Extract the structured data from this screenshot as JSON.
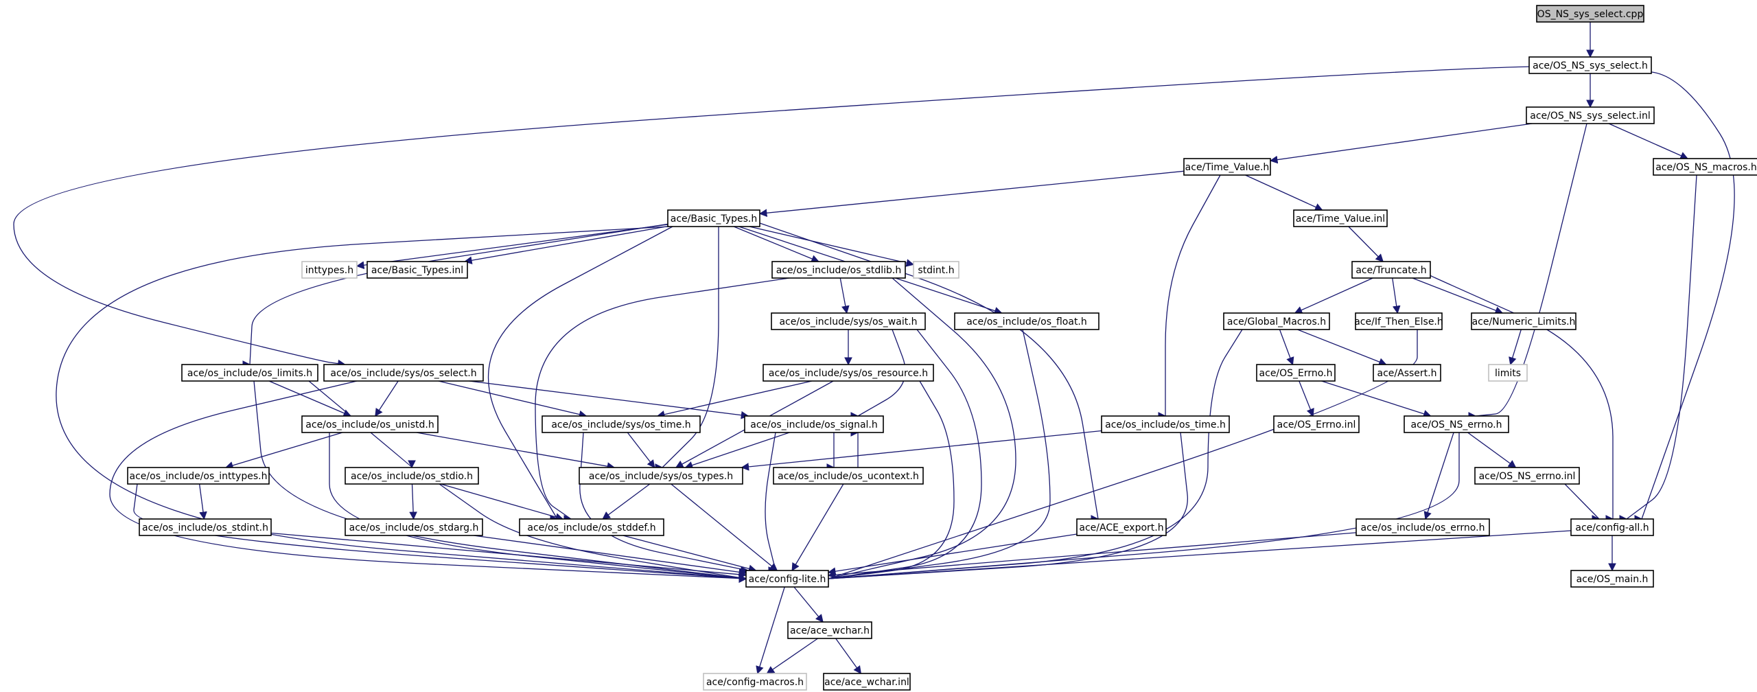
{
  "colors": {
    "edge": "#191970",
    "root_fill": "#bfbfbf",
    "missing_border": "#bfbfbf",
    "node_border": "#000000"
  },
  "nodes": [
    {
      "id": "root",
      "label": "OS_NS_sys_select.cpp",
      "kind": "root"
    },
    {
      "id": "sel_h",
      "label": "ace/OS_NS_sys_select.h"
    },
    {
      "id": "sel_inl",
      "label": "ace/OS_NS_sys_select.inl"
    },
    {
      "id": "tv_h",
      "label": "ace/Time_Value.h"
    },
    {
      "id": "ns_macros",
      "label": "ace/OS_NS_macros.h"
    },
    {
      "id": "bt_h",
      "label": "ace/Basic_Types.h"
    },
    {
      "id": "tv_inl",
      "label": "ace/Time_Value.inl"
    },
    {
      "id": "inttypes",
      "label": "inttypes.h",
      "kind": "missing"
    },
    {
      "id": "bt_inl",
      "label": "ace/Basic_Types.inl"
    },
    {
      "id": "stdlib",
      "label": "ace/os_include/os_stdlib.h"
    },
    {
      "id": "stdint",
      "label": "stdint.h",
      "kind": "missing"
    },
    {
      "id": "truncate",
      "label": "ace/Truncate.h"
    },
    {
      "id": "os_wait",
      "label": "ace/os_include/sys/os_wait.h"
    },
    {
      "id": "os_float",
      "label": "ace/os_include/os_float.h"
    },
    {
      "id": "global_macros",
      "label": "ace/Global_Macros.h"
    },
    {
      "id": "if_then_else",
      "label": "ace/If_Then_Else.h"
    },
    {
      "id": "numeric_limits",
      "label": "ace/Numeric_Limits.h"
    },
    {
      "id": "os_limits",
      "label": "ace/os_include/os_limits.h"
    },
    {
      "id": "os_select",
      "label": "ace/os_include/sys/os_select.h"
    },
    {
      "id": "os_resource",
      "label": "ace/os_include/sys/os_resource.h"
    },
    {
      "id": "os_errno_h",
      "label": "ace/OS_Errno.h"
    },
    {
      "id": "assert",
      "label": "ace/Assert.h"
    },
    {
      "id": "limits",
      "label": "limits",
      "kind": "missing"
    },
    {
      "id": "unistd",
      "label": "ace/os_include/os_unistd.h"
    },
    {
      "id": "os_time_sys",
      "label": "ace/os_include/sys/os_time.h"
    },
    {
      "id": "os_signal",
      "label": "ace/os_include/os_signal.h"
    },
    {
      "id": "os_time",
      "label": "ace/os_include/os_time.h"
    },
    {
      "id": "os_errno_inl",
      "label": "ace/OS_Errno.inl"
    },
    {
      "id": "ns_errno_h",
      "label": "ace/OS_NS_errno.h"
    },
    {
      "id": "inttypes_os",
      "label": "ace/os_include/os_inttypes.h"
    },
    {
      "id": "os_stdio",
      "label": "ace/os_include/os_stdio.h"
    },
    {
      "id": "os_types",
      "label": "ace/os_include/sys/os_types.h"
    },
    {
      "id": "ucontext",
      "label": "ace/os_include/os_ucontext.h"
    },
    {
      "id": "ns_errno_inl",
      "label": "ace/OS_NS_errno.inl"
    },
    {
      "id": "os_stdint",
      "label": "ace/os_include/os_stdint.h"
    },
    {
      "id": "stdarg",
      "label": "ace/os_include/os_stdarg.h"
    },
    {
      "id": "stddef",
      "label": "ace/os_include/os_stddef.h"
    },
    {
      "id": "ace_export",
      "label": "ace/ACE_export.h"
    },
    {
      "id": "os_errno",
      "label": "ace/os_include/os_errno.h"
    },
    {
      "id": "config_all",
      "label": "ace/config-all.h"
    },
    {
      "id": "config_lite",
      "label": "ace/config-lite.h"
    },
    {
      "id": "os_main",
      "label": "ace/OS_main.h"
    },
    {
      "id": "ace_wchar_h",
      "label": "ace/ace_wchar.h"
    },
    {
      "id": "config_macros",
      "label": "ace/config-macros.h",
      "kind": "missing"
    },
    {
      "id": "ace_wchar_inl",
      "label": "ace/ace_wchar.inl"
    }
  ],
  "edges": [
    [
      "root",
      "sel_h"
    ],
    [
      "sel_h",
      "sel_inl"
    ],
    [
      "sel_h",
      "os_select"
    ],
    [
      "sel_h",
      "config_all"
    ],
    [
      "sel_inl",
      "tv_h"
    ],
    [
      "sel_inl",
      "ns_macros"
    ],
    [
      "sel_inl",
      "ns_errno_h"
    ],
    [
      "ns_macros",
      "config_all"
    ],
    [
      "tv_h",
      "bt_h"
    ],
    [
      "tv_h",
      "tv_inl"
    ],
    [
      "tv_h",
      "os_time"
    ],
    [
      "tv_inl",
      "truncate"
    ],
    [
      "truncate",
      "global_macros"
    ],
    [
      "truncate",
      "if_then_else"
    ],
    [
      "truncate",
      "numeric_limits"
    ],
    [
      "truncate",
      "config_all"
    ],
    [
      "numeric_limits",
      "limits"
    ],
    [
      "global_macros",
      "os_errno_h"
    ],
    [
      "global_macros",
      "assert"
    ],
    [
      "global_macros",
      "config_lite"
    ],
    [
      "if_then_else",
      "config_lite"
    ],
    [
      "os_errno_h",
      "os_errno_inl"
    ],
    [
      "os_errno_h",
      "ns_errno_h"
    ],
    [
      "ns_errno_h",
      "ns_errno_inl"
    ],
    [
      "ns_errno_h",
      "os_errno"
    ],
    [
      "ns_errno_h",
      "config_lite"
    ],
    [
      "ns_errno_inl",
      "config_all"
    ],
    [
      "os_errno",
      "config_lite"
    ],
    [
      "config_all",
      "config_lite"
    ],
    [
      "config_all",
      "os_main"
    ],
    [
      "bt_h",
      "inttypes"
    ],
    [
      "bt_h",
      "bt_inl"
    ],
    [
      "bt_h",
      "stdlib"
    ],
    [
      "bt_h",
      "stdint"
    ],
    [
      "bt_h",
      "os_float"
    ],
    [
      "bt_h",
      "os_limits"
    ],
    [
      "bt_h",
      "os_types"
    ],
    [
      "bt_h",
      "stddef"
    ],
    [
      "bt_h",
      "ace_export"
    ],
    [
      "bt_h",
      "config_lite"
    ],
    [
      "stdlib",
      "os_wait"
    ],
    [
      "stdlib",
      "stddef"
    ],
    [
      "stdlib",
      "config_lite"
    ],
    [
      "os_wait",
      "os_resource"
    ],
    [
      "os_wait",
      "os_signal"
    ],
    [
      "os_wait",
      "config_lite"
    ],
    [
      "os_float",
      "config_lite"
    ],
    [
      "os_resource",
      "os_time_sys"
    ],
    [
      "os_resource",
      "os_types"
    ],
    [
      "os_resource",
      "config_lite"
    ],
    [
      "os_limits",
      "unistd"
    ],
    [
      "os_limits",
      "os_stdio"
    ],
    [
      "os_limits",
      "config_lite"
    ],
    [
      "os_select",
      "unistd"
    ],
    [
      "os_select",
      "os_time_sys"
    ],
    [
      "os_select",
      "os_signal"
    ],
    [
      "os_select",
      "config_lite"
    ],
    [
      "unistd",
      "inttypes_os"
    ],
    [
      "unistd",
      "os_types"
    ],
    [
      "unistd",
      "config_lite"
    ],
    [
      "os_time_sys",
      "os_types"
    ],
    [
      "os_time_sys",
      "config_lite"
    ],
    [
      "os_signal",
      "ucontext"
    ],
    [
      "os_signal",
      "os_types"
    ],
    [
      "os_signal",
      "config_lite"
    ],
    [
      "ucontext",
      "os_signal"
    ],
    [
      "ucontext",
      "config_lite"
    ],
    [
      "os_time",
      "os_types"
    ],
    [
      "os_time",
      "config_lite"
    ],
    [
      "inttypes_os",
      "os_stdint"
    ],
    [
      "inttypes_os",
      "config_lite"
    ],
    [
      "os_stdint",
      "config_lite"
    ],
    [
      "os_stdio",
      "stdarg"
    ],
    [
      "os_stdio",
      "stddef"
    ],
    [
      "os_stdio",
      "config_lite"
    ],
    [
      "stdarg",
      "config_lite"
    ],
    [
      "os_types",
      "stddef"
    ],
    [
      "os_types",
      "config_lite"
    ],
    [
      "stddef",
      "config_lite"
    ],
    [
      "ace_export",
      "config_lite"
    ],
    [
      "config_lite",
      "ace_wchar_h"
    ],
    [
      "config_lite",
      "config_macros"
    ],
    [
      "ace_wchar_h",
      "config_macros"
    ],
    [
      "ace_wchar_h",
      "ace_wchar_inl"
    ]
  ]
}
